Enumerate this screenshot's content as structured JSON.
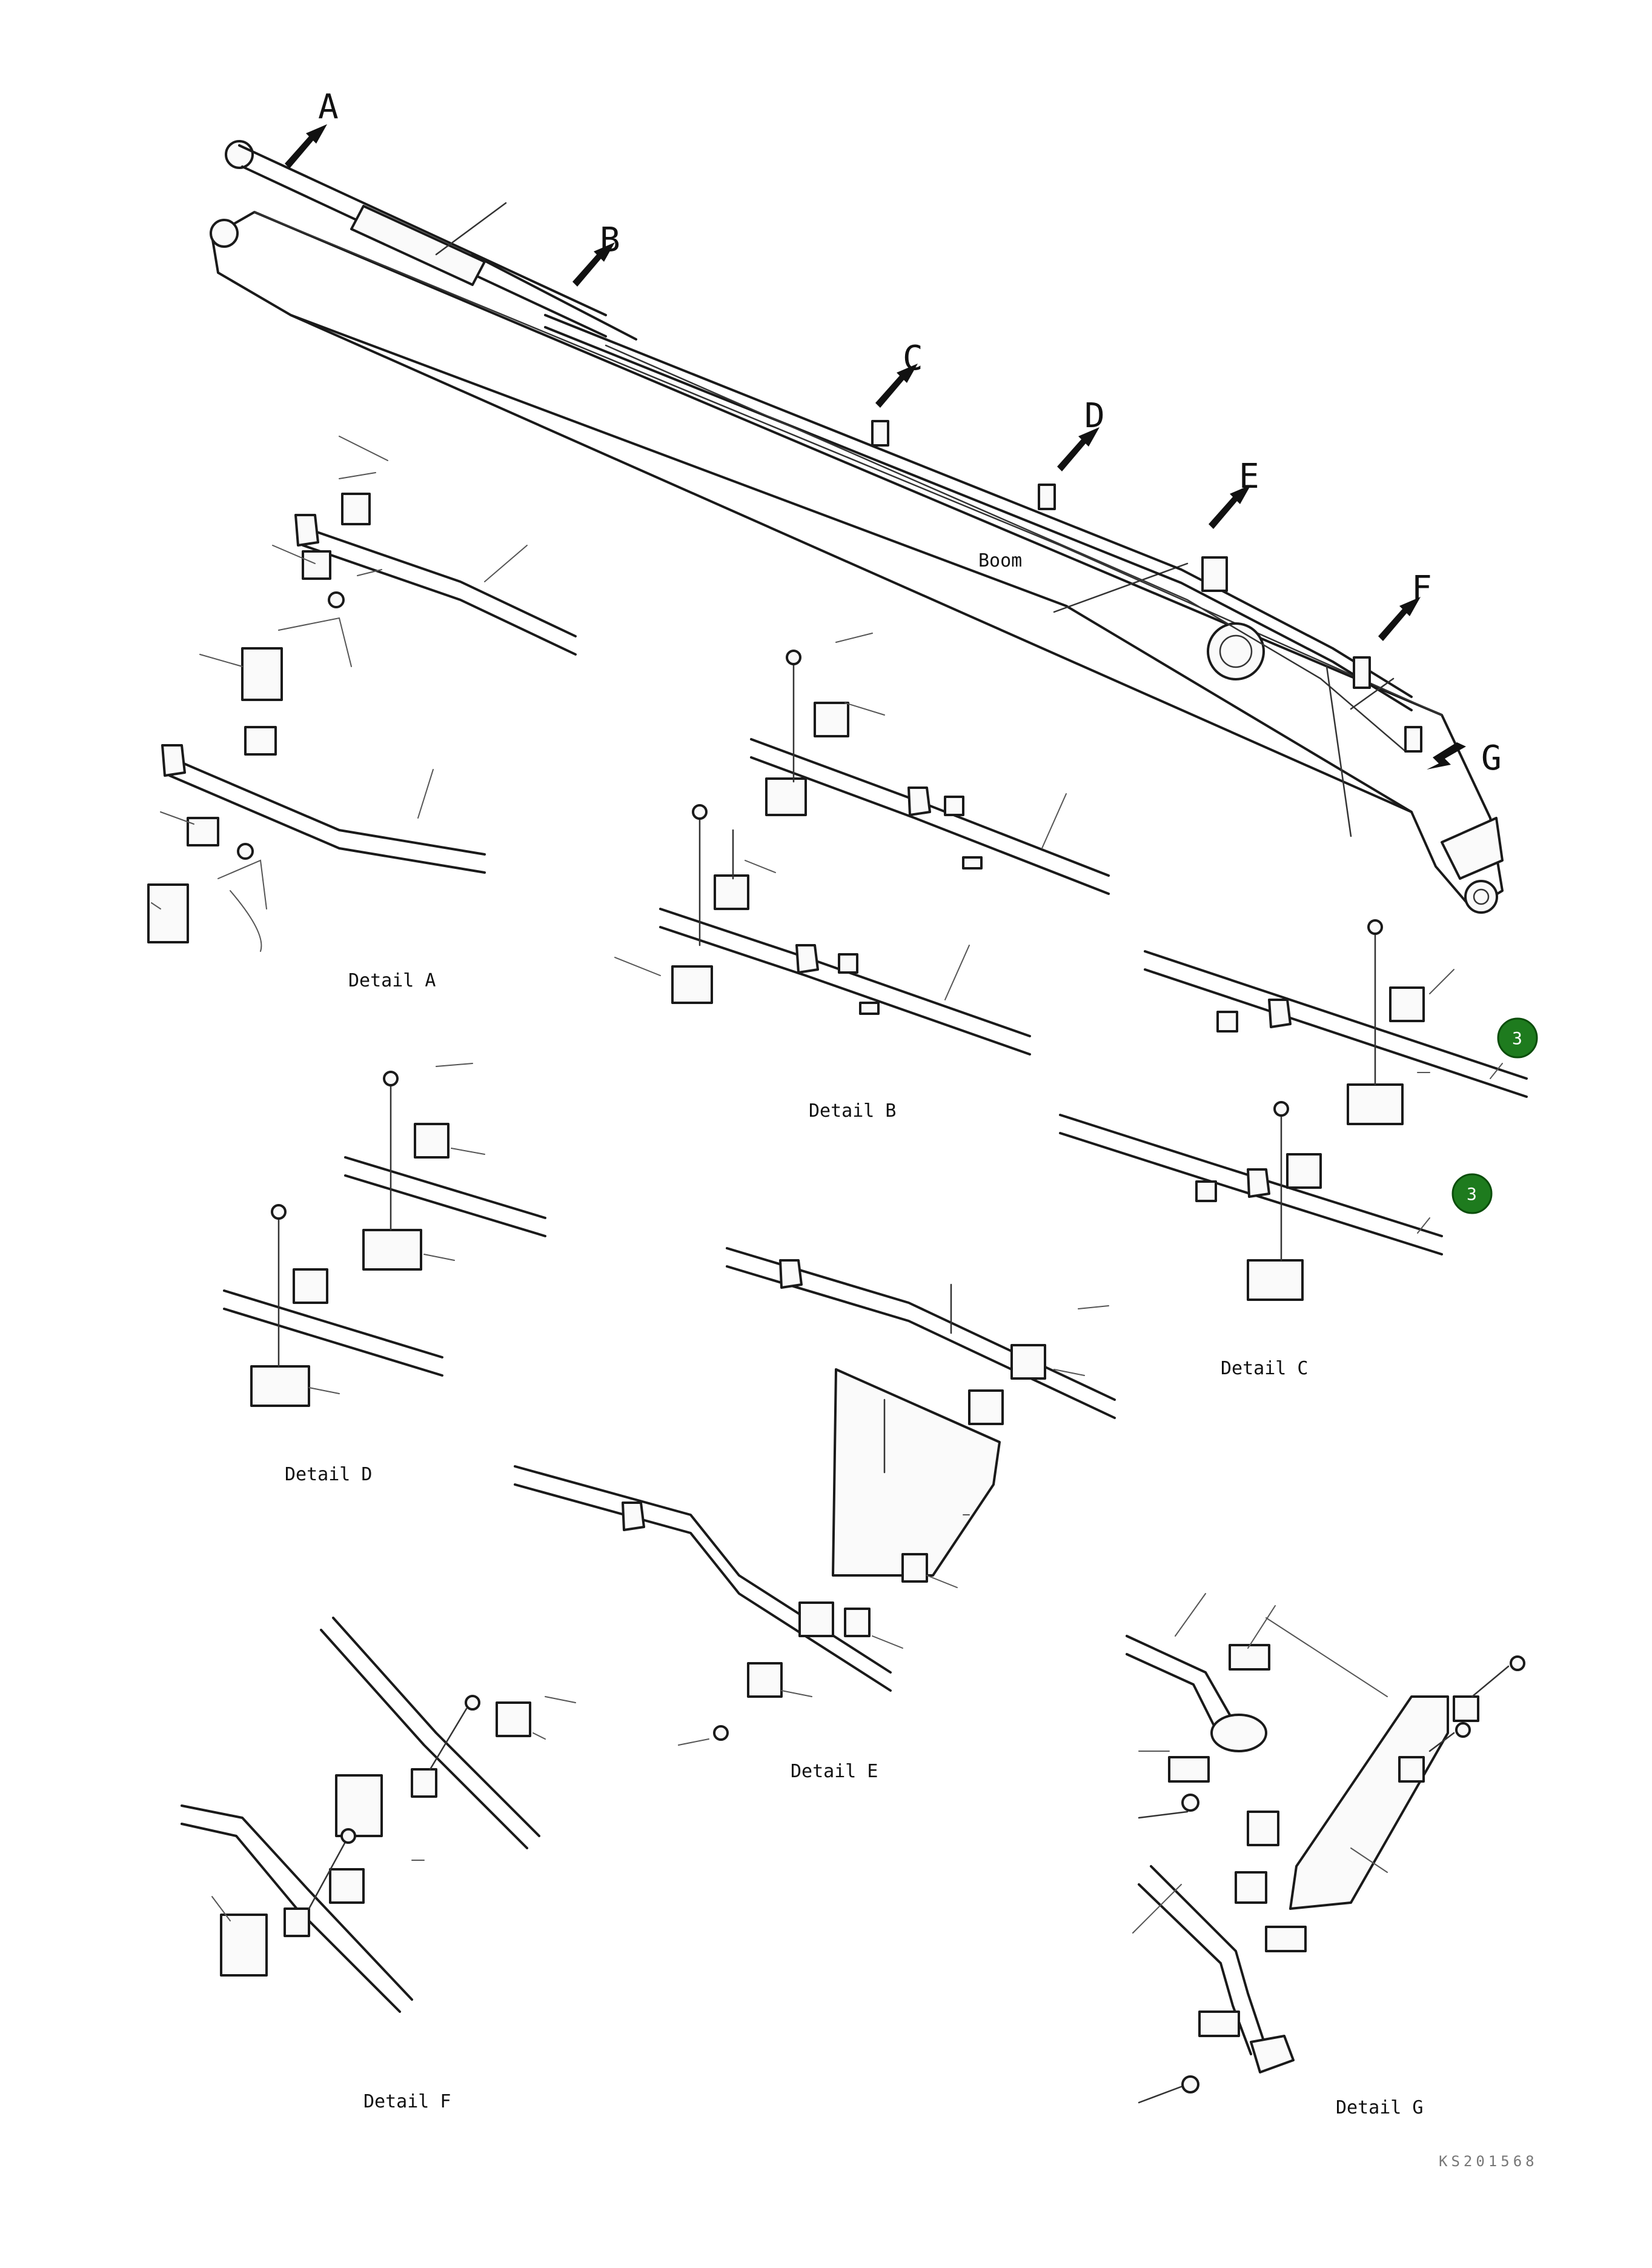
{
  "diagram": {
    "main_label": "Boom",
    "callout_letters": [
      "A",
      "B",
      "C",
      "D",
      "E",
      "F",
      "G"
    ],
    "detail_labels": {
      "a": "Detail A",
      "b": "Detail B",
      "c": "Detail C",
      "d": "Detail D",
      "e": "Detail E",
      "f": "Detail F",
      "g": "Detail G"
    },
    "badges": [
      "3",
      "3"
    ],
    "badge_color": "#1e7b1e",
    "drawing_code": "KS201568"
  }
}
